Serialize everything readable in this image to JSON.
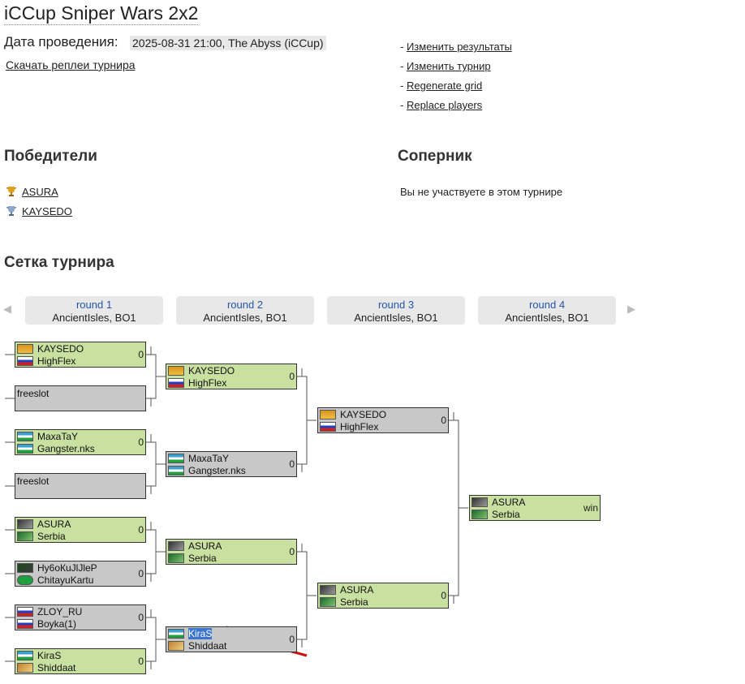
{
  "page": {
    "title": "iCCup Sniper Wars 2x2",
    "date_label": "Дата проведения:",
    "date_value": "2025-08-31 21:00, The Abyss (iCCup)",
    "download_replays": "Скачать реплеи турнира"
  },
  "admin_links": [
    {
      "prefix": "- ",
      "label": "Изменить результаты"
    },
    {
      "prefix": "- ",
      "label": "Изменить турнир"
    },
    {
      "prefix": "- ",
      "label": "Regenerate grid"
    },
    {
      "prefix": "- ",
      "label": "Replace players"
    }
  ],
  "winners": {
    "heading": "Победители",
    "first": "ASURA",
    "second": "KAYSEDO"
  },
  "opponent": {
    "heading": "Соперник",
    "text": "Вы не участвуете в этом турнире"
  },
  "bracket": {
    "heading": "Сетка турнира",
    "nav_left": "◀",
    "nav_right": "▶",
    "rounds": [
      {
        "name": "round 1",
        "map": "AncientIsles, BO1"
      },
      {
        "name": "round 2",
        "map": "AncientIsles, BO1"
      },
      {
        "name": "round 3",
        "map": "AncientIsles, BO1"
      },
      {
        "name": "round 4",
        "map": "AncientIsles, BO1"
      }
    ],
    "r1": [
      {
        "p1": "KAYSEDO",
        "p2": "HighFlex",
        "score": "0"
      },
      {
        "free": "freeslot"
      },
      {
        "p1": "MaxaTaY",
        "p2": "Gangster.nks",
        "score": "0"
      },
      {
        "free": "freeslot"
      },
      {
        "p1": "ASURA",
        "p2": "Serbia",
        "score": "0"
      },
      {
        "p1": "Ну6оКuJlJleP",
        "p2": "ChitayuKartu",
        "score": "0"
      },
      {
        "p1": "ZLOY_RU",
        "p2": "Boyka(1)",
        "score": "0"
      },
      {
        "p1": "KiraS",
        "p2": "Shiddaat",
        "score": "0"
      }
    ],
    "r2": [
      {
        "p1": "KAYSEDO",
        "p2": "HighFlex",
        "score": "0"
      },
      {
        "p1": "MaxaTaY",
        "p2": "Gangster.nks",
        "score": "0"
      },
      {
        "p1": "ASURA",
        "p2": "Serbia",
        "score": "0"
      },
      {
        "p1": "KiraS",
        "p2": "Shiddaat",
        "score": "0"
      }
    ],
    "r3": [
      {
        "p1": "KAYSEDO",
        "p2": "HighFlex",
        "score": "0"
      },
      {
        "p1": "ASURA",
        "p2": "Serbia",
        "score": "0"
      }
    ],
    "r4": [
      {
        "p1": "ASURA",
        "p2": "Serbia",
        "score": "win"
      }
    ]
  },
  "colors": {
    "win_bg": "#c8e0a0",
    "lose_bg": "#c8c8c8",
    "round_link": "#2255aa",
    "arrow": "#d01010"
  }
}
